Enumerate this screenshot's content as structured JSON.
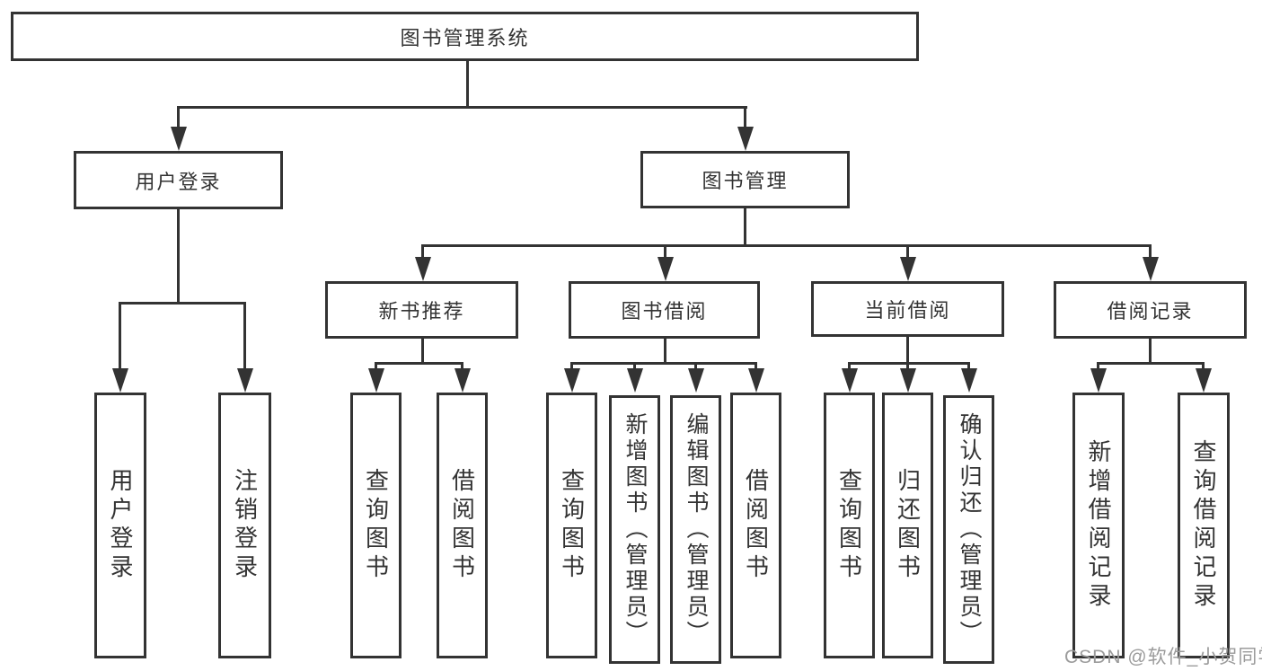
{
  "diagram": {
    "root_label": "图书管理系统",
    "branches": {
      "user_login": "用户登录",
      "book_management": "图书管理"
    },
    "modules": {
      "new_book_recommendation": "新书推荐",
      "book_borrowing": "图书借阅",
      "current_borrowing": "当前借阅",
      "borrowing_records": "借阅记录"
    },
    "leaves": {
      "user_login": "用户登录",
      "logout_login": "注销登录",
      "recommend_query_books": "查询图书",
      "recommend_borrow_books": "借阅图书",
      "borrow_query_books": "查询图书",
      "borrow_add_books_admin": "新增图书（管理员）",
      "borrow_edit_books_admin": "编辑图书（管理员）",
      "borrow_borrow_books": "借阅图书",
      "current_query_books": "查询图书",
      "current_return_books": "归还图书",
      "current_confirm_return_admin": "确认归还（管理员）",
      "records_add_record": "新增借阅记录",
      "records_query_record": "查询借阅记录"
    },
    "watermark": "CSDN @软件_小贺同学",
    "colors": {
      "line": "#333333",
      "text": "#333333",
      "watermark": "#9b9b9b",
      "background": "#ffffff"
    }
  }
}
